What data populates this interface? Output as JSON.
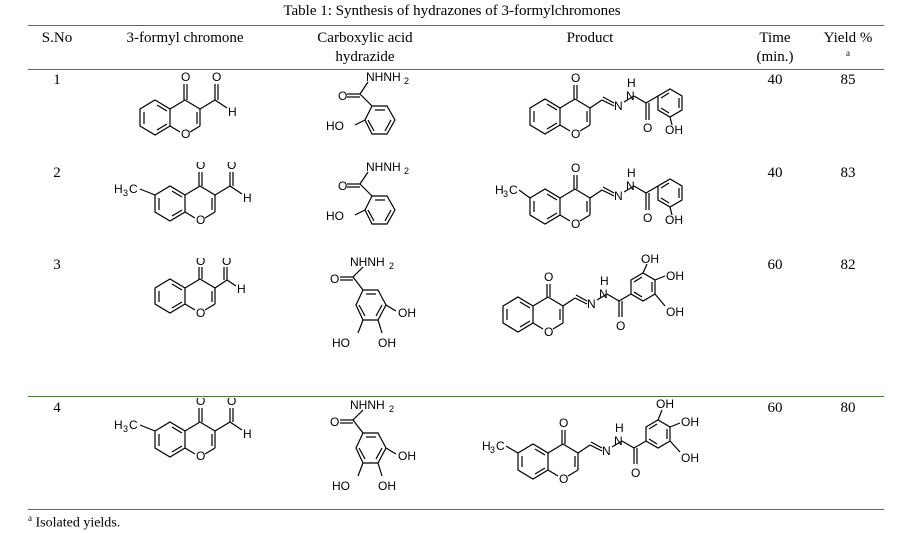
{
  "table": {
    "caption": "Table 1: Synthesis of hydrazones of 3-formylchromones",
    "headers": {
      "sno": "S.No",
      "chromone": "3-formyl chromone",
      "hydrazide_line1": "Carboxylic acid",
      "hydrazide_line2": "hydrazide",
      "product": "Product",
      "time_line1": "Time",
      "time_line2": "(min.)",
      "yield": "Yield %",
      "yield_note_mark": "a"
    },
    "rows": [
      {
        "sno": "1",
        "time": "40",
        "yield": "85"
      },
      {
        "sno": "2",
        "time": "40",
        "yield": "83"
      },
      {
        "sno": "3",
        "time": "60",
        "yield": "82"
      },
      {
        "sno": "4",
        "time": "60",
        "yield": "80"
      }
    ],
    "footnote_mark": "a",
    "footnote": "Isolated yields."
  },
  "labels": {
    "O": "O",
    "H": "H",
    "N": "N",
    "OH": "OH",
    "HO": "HO",
    "CH3": "H",
    "C": "C",
    "three": "3",
    "NHNH": "NHNH",
    "two": "2",
    "HN": "H"
  },
  "colors": {
    "rule": "#4a7a3a"
  }
}
